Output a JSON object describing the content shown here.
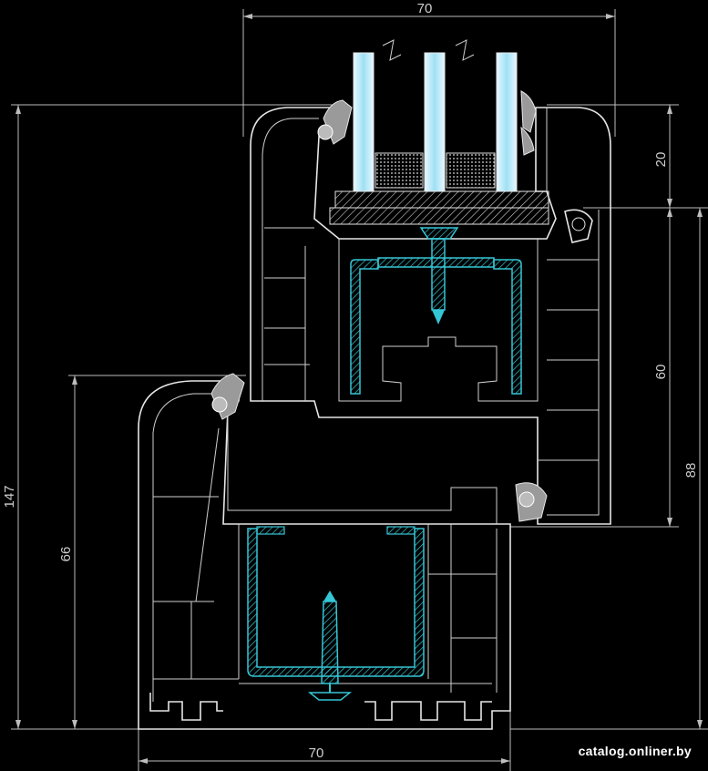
{
  "dimensions": {
    "top_width": "70",
    "bottom_width": "70",
    "overall_height": "147",
    "frame_height": "66",
    "glass_rebate": "20",
    "sash_height": "60",
    "sash_total": "88"
  },
  "watermark": "catalog.onliner.by",
  "colors": {
    "background": "#000000",
    "profile": "#e6e6e6",
    "steel": "#35c6d6",
    "glass": "#bfe9f5"
  }
}
